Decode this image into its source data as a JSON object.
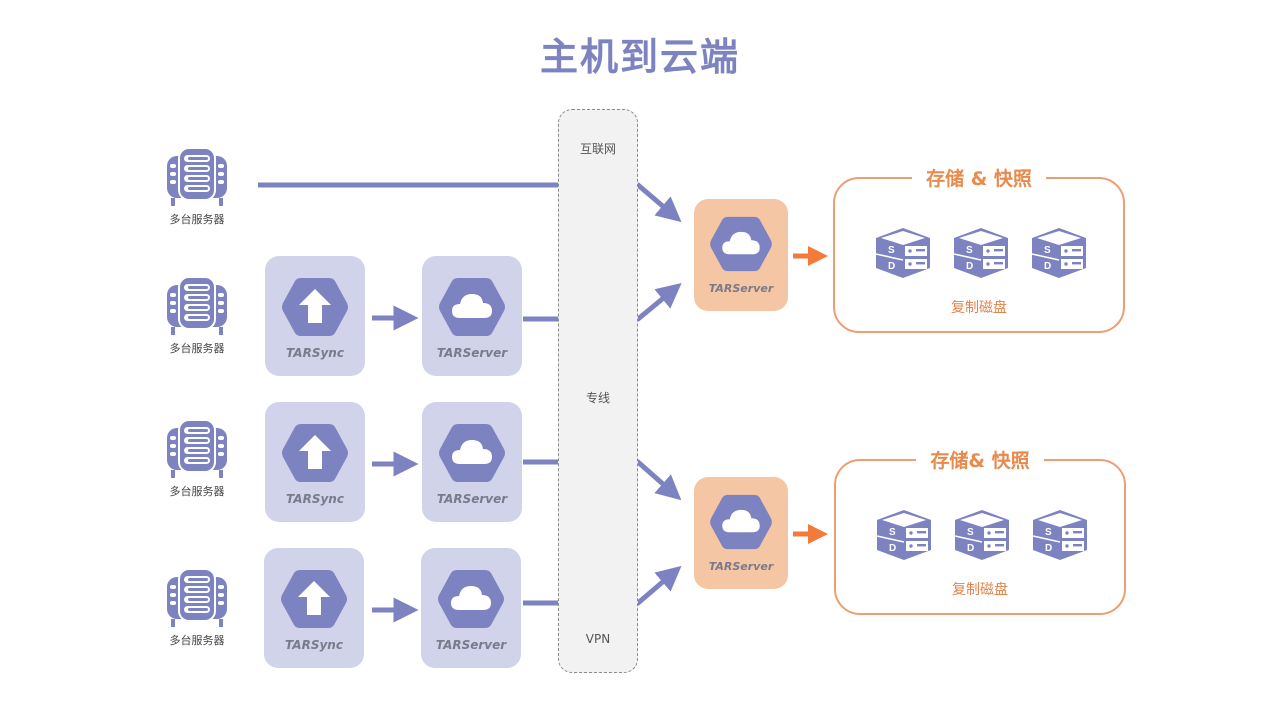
{
  "title": "主机到云端",
  "lane": {
    "labels": [
      "互联网",
      "专线",
      "VPN"
    ]
  },
  "rows": [
    {
      "server_label": "多台服务器",
      "has_sync": false
    },
    {
      "server_label": "多台服务器",
      "has_sync": true,
      "sync_label": "TARSync",
      "server_node_label": "TARServer"
    },
    {
      "server_label": "多台服务器",
      "has_sync": true,
      "sync_label": "TARSync",
      "server_node_label": "TARServer"
    },
    {
      "server_label": "多台服务器",
      "has_sync": true,
      "sync_label": "TARSync",
      "server_node_label": "TARServer"
    }
  ],
  "targets": [
    {
      "label": "TARServer"
    },
    {
      "label": "TARServer"
    }
  ],
  "storage": [
    {
      "title": "存储 & 快照",
      "caption": "复制磁盘",
      "disk_letters": [
        "S",
        "D"
      ],
      "disk_count": 3
    },
    {
      "title": "存储& 快照",
      "caption": "复制磁盘",
      "disk_letters": [
        "S",
        "D"
      ],
      "disk_count": 3
    }
  ],
  "colors": {
    "primary": "#7d82c0",
    "card": "#d0d3ea",
    "target_card": "#f5c6a3",
    "accent_orange": "#f47a3a",
    "storage_border": "#ef9d72"
  }
}
